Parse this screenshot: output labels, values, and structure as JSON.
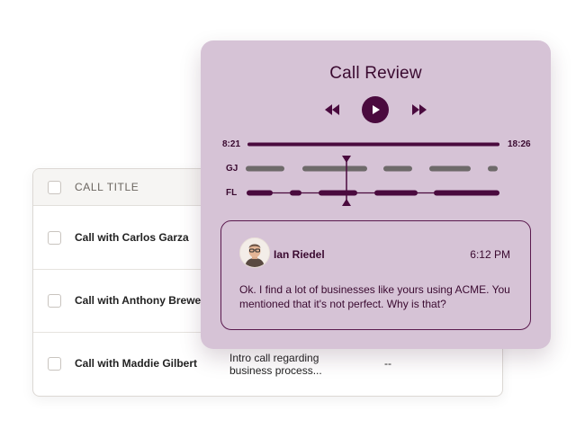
{
  "table": {
    "header": {
      "title": "CALL TITLE"
    },
    "rows": [
      {
        "title": "Call with Carlos Garza",
        "description": "",
        "extra": ""
      },
      {
        "title": "Call with Anthony Brewer",
        "description": "",
        "extra": ""
      },
      {
        "title": "Call with Maddie Gilbert",
        "description": "Intro call regarding business process...",
        "extra": "--"
      }
    ]
  },
  "review": {
    "title": "Call Review",
    "current_time": "8:21",
    "total_time": "18:26",
    "tracks": [
      {
        "label": "GJ"
      },
      {
        "label": "FL"
      }
    ],
    "message": {
      "author": "Ian Riedel",
      "time": "6:12 PM",
      "text": "Ok. I find a lot of businesses like yours using ACME. You mentioned that it's not perfect. Why is that?"
    }
  },
  "colors": {
    "card_bg": "#d6c3d6",
    "accent": "#4a0a3e",
    "track_gray": "#6e6a6a"
  },
  "icons": [
    "rewind-icon",
    "play-icon",
    "fast-forward-icon",
    "playhead-marker-icon",
    "avatar"
  ]
}
